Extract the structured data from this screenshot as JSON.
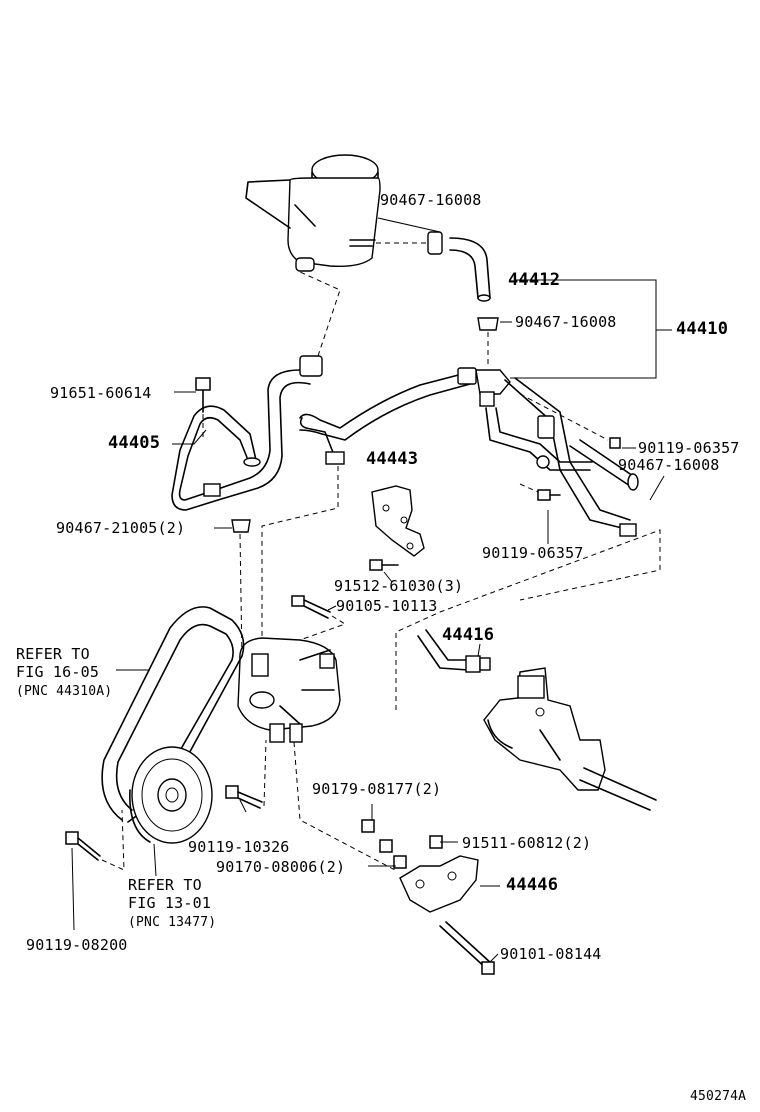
{
  "labels": {
    "p90467_16008_a": "90467-16008",
    "p44412": "44412",
    "p90467_16008_b": "90467-16008",
    "p44410": "44410",
    "p91651_60614": "91651-60614",
    "p44405": "44405",
    "p90119_06357_a": "90119-06357",
    "p90467_16008_c": "90467-16008",
    "p44443": "44443",
    "p90467_21005": "90467-21005(2)",
    "p90119_06357_b": "90119-06357",
    "p91512_61030": "91512-61030(3)",
    "p90105_10113": "90105-10113",
    "p44416": "44416",
    "refer_a_line1": "REFER TO",
    "refer_a_line2": "FIG 16-05",
    "refer_a_line3": "(PNC 44310A)",
    "p90179_08177": "90179-08177(2)",
    "p90119_10326": "90119-10326",
    "p91511_60812": "91511-60812(2)",
    "p90170_08006": "90170-08006(2)",
    "p44446": "44446",
    "refer_b_line1": "REFER TO",
    "refer_b_line2": "FIG 13-01",
    "refer_b_line3": "(PNC 13477)",
    "p90119_08200": "90119-08200",
    "p90101_08144": "90101-08144",
    "figure_id": "450274A"
  }
}
